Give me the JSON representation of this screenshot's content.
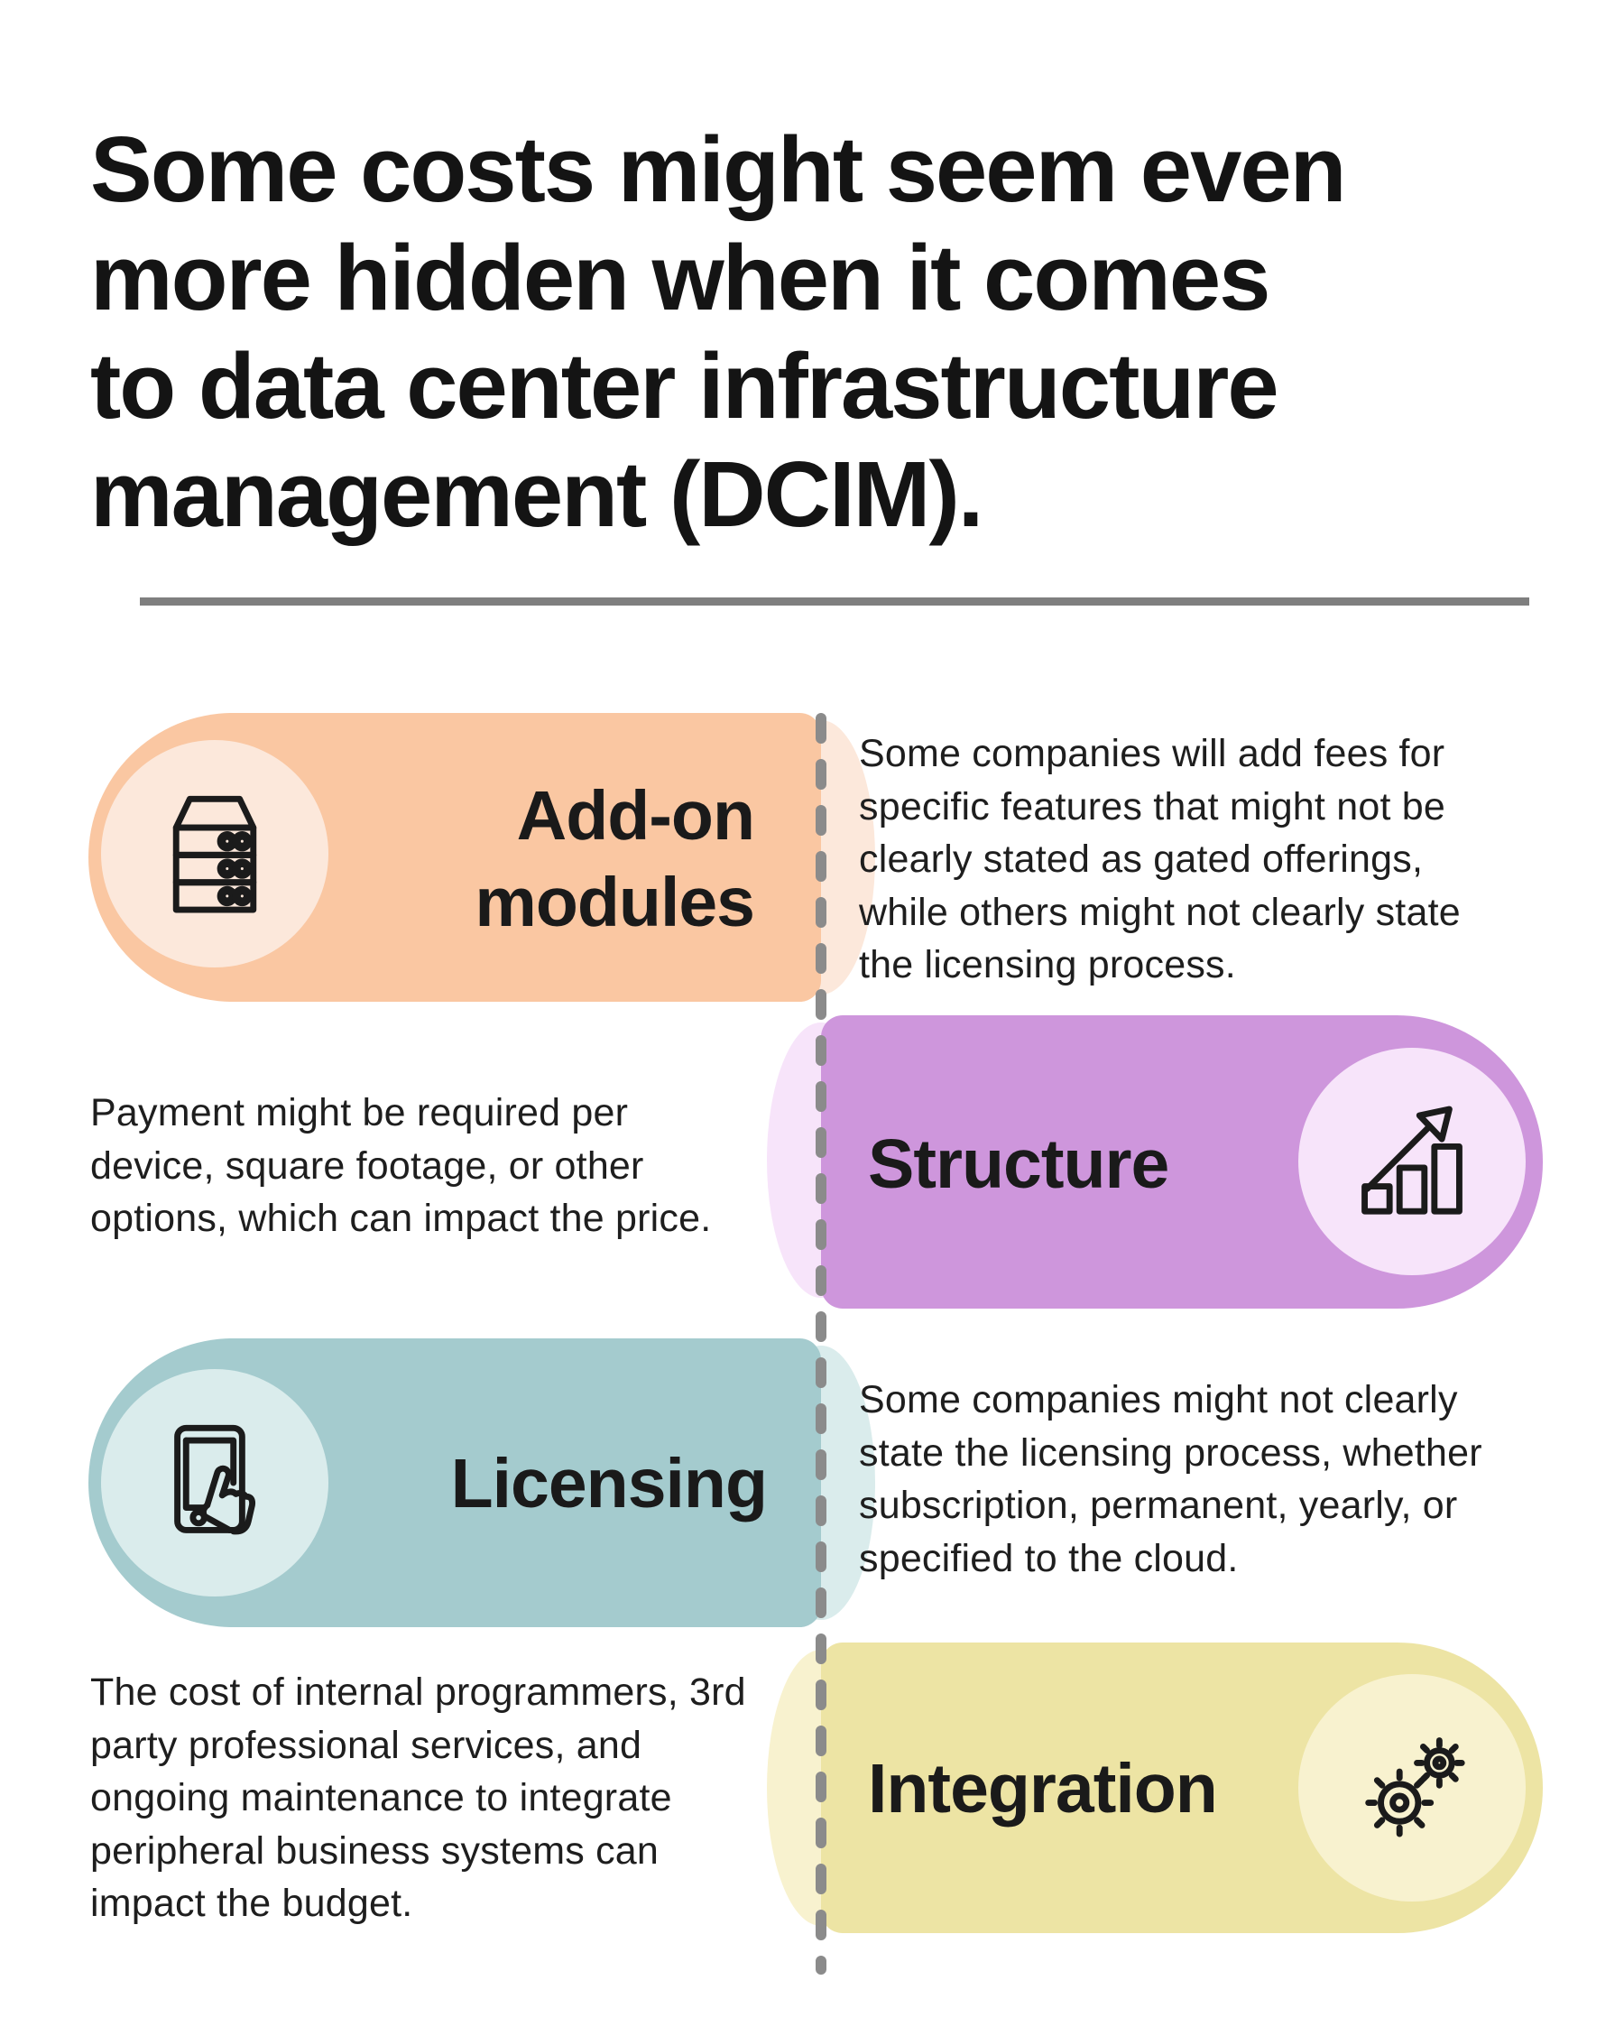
{
  "page": {
    "background": "#ffffff",
    "divider_color": "#7f7f7f",
    "dashed_line_color": "#8b8b8b",
    "heading_color": "#141414",
    "body_text_color": "#1e1e1e"
  },
  "title": {
    "lines": [
      "Some costs might seem even",
      "more hidden when it comes",
      "to data center infrastructure",
      "management (DCIM)."
    ]
  },
  "sections": [
    {
      "label": "Add-on modules",
      "label_line1": "Add-on",
      "label_line2": "modules",
      "side": "left",
      "pill_color": "#FAC7A2",
      "tint_color": "#FCE8DB",
      "icon": "server-rack-icon",
      "description": "Some companies will add fees for specific features that might not be clearly stated as gated offerings, while others might not clearly state the licensing process."
    },
    {
      "label": "Structure",
      "side": "right",
      "pill_color": "#CE96DC",
      "tint_color": "#F7E4FA",
      "icon": "growth-chart-icon",
      "description": "Payment might be required per device, square footage, or other options, which can impact the price."
    },
    {
      "label": "Licensing",
      "side": "left",
      "pill_color": "#A4CBCE",
      "tint_color": "#DAECEC",
      "icon": "tablet-touch-icon",
      "description": "Some companies might not clearly state the licensing process, whether subscription, permanent, yearly, or specified to the cloud."
    },
    {
      "label": "Integration",
      "side": "right",
      "pill_color": "#EDE4A4",
      "tint_color": "#F8F2CF",
      "icon": "gears-icon",
      "description": "The cost of internal programmers, 3rd party professional services, and ongoing maintenance to integrate peripheral business systems can impact the budget."
    }
  ]
}
